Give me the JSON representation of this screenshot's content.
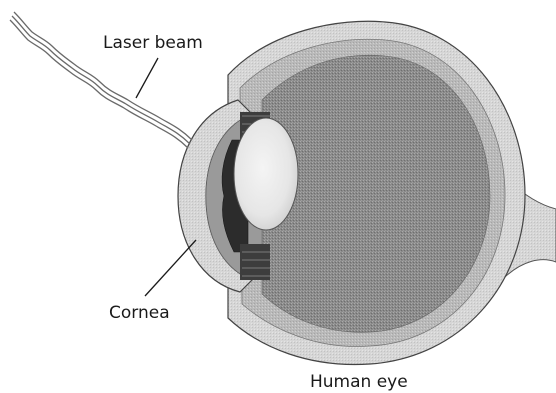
{
  "diagram": {
    "labels": {
      "laser_beam": "Laser beam",
      "cornea": "Cornea"
    },
    "caption": "Human eye"
  }
}
